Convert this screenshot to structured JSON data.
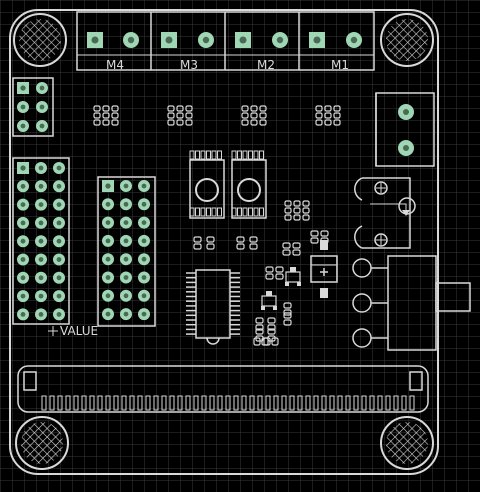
{
  "board": {
    "background_color": "#000000",
    "grid_color": "#3a3a3a",
    "silk_color": "#d9d9d9",
    "pad_color": "#9fd7b5",
    "hole_color": "#4a6a55"
  },
  "terminal_block": {
    "motor_labels": [
      "M4",
      "M3",
      "M2",
      "M1"
    ]
  },
  "reference_label": "VALUE",
  "icons": {
    "mount_holes": "mounting-hole-icon",
    "crosshair": "origin-crosshair-icon",
    "polarity": "plus-symbol-icon"
  }
}
